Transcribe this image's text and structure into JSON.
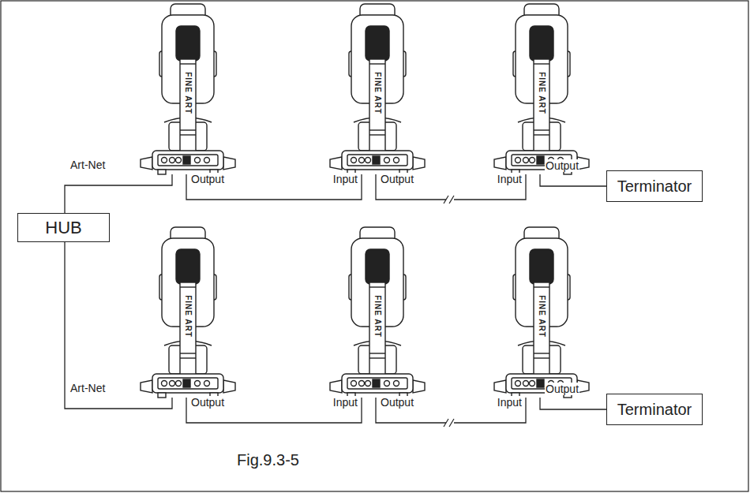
{
  "diagram": {
    "caption": "Fig.9.3-5",
    "nodes": [
      {
        "text": [
          "HUB"
        ]
      },
      {
        "text": [
          "Terminator"
        ]
      },
      {
        "text": [
          "Terminator"
        ]
      }
    ],
    "labels": [
      "Art-Net",
      "Output",
      "Input",
      "Output",
      "Input",
      "Output",
      "Art-Net",
      "Output",
      "Input",
      "Output",
      "Input",
      "Output",
      "FINE ART",
      "FINE ART",
      "FINE ART",
      "FINE ART",
      "FINE ART",
      "FINE ART"
    ]
  }
}
